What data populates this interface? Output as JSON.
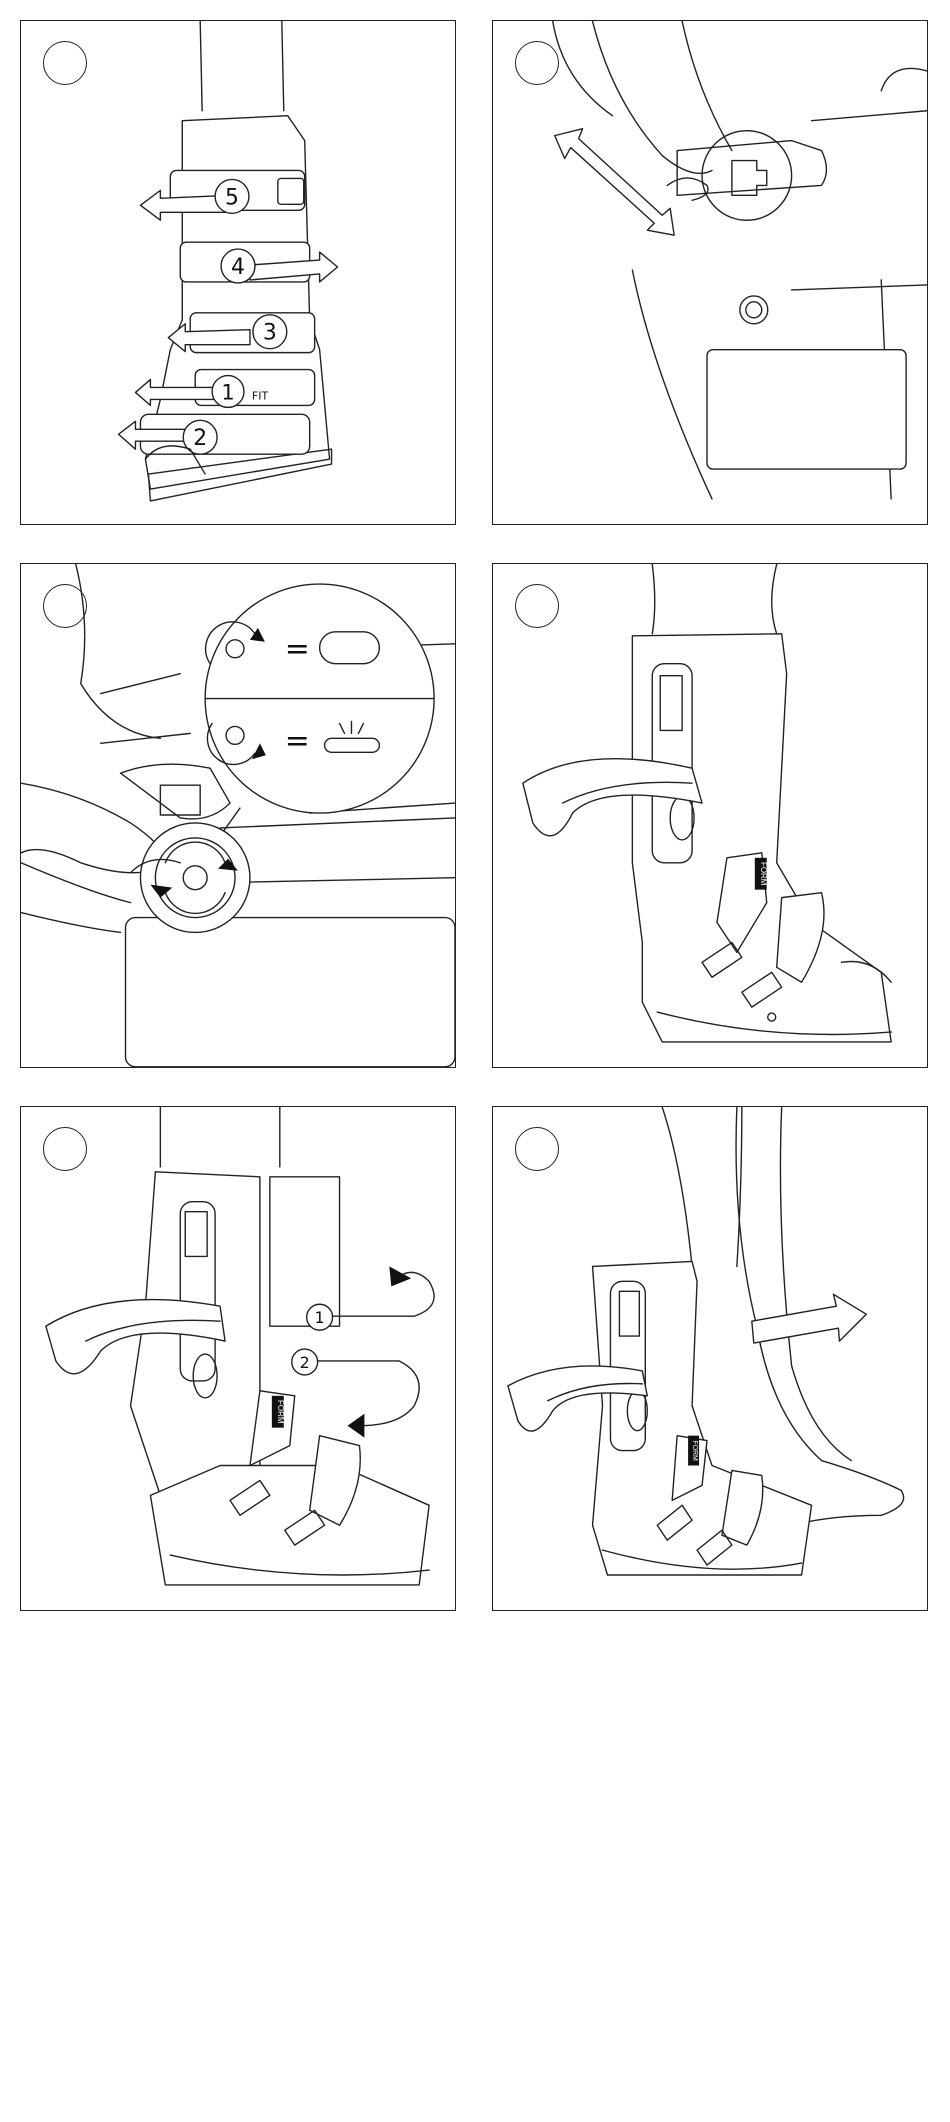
{
  "colors": {
    "line": "#222222",
    "background": "#ffffff"
  },
  "panels": [
    {
      "id": "panel-1",
      "step_number": "",
      "callouts": [
        "5",
        "4",
        "3",
        "1",
        "2"
      ],
      "brand_mark": "FIT"
    },
    {
      "id": "panel-2",
      "step_number": ""
    },
    {
      "id": "panel-3",
      "step_number": "",
      "equals_sign": "="
    },
    {
      "id": "panel-4",
      "step_number": "",
      "brand_mark": "FORM"
    },
    {
      "id": "panel-5",
      "step_number": "",
      "callouts": [
        "1",
        "2"
      ],
      "brand_mark": "FORM"
    },
    {
      "id": "panel-6",
      "step_number": "",
      "brand_mark": "FORM"
    }
  ]
}
